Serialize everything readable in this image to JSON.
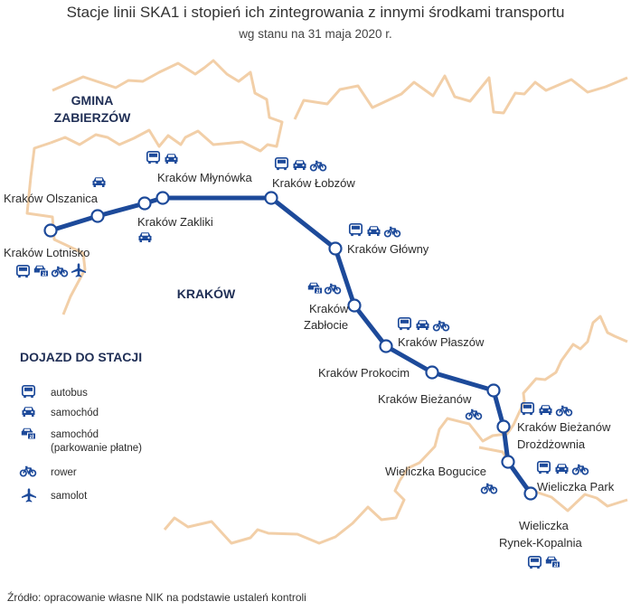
{
  "title": "Stacje linii SKA1 i stopień ich zintegrowania z innymi środkami transportu",
  "subtitle": "wg stanu na 31 maja 2020 r.",
  "source": "Źródło: opracowanie własne NIK na podstawie ustaleń kontroli",
  "colors": {
    "line": "#1d4a9a",
    "boundary": "#f2cfa8",
    "icon": "#1d4a9a"
  },
  "areas": {
    "gmina_line1": "GMINA",
    "gmina_line2": "ZABIERZÓW",
    "krakow": "KRAKÓW"
  },
  "stations": [
    {
      "id": "lotnisko",
      "label": "Kraków Lotnisko",
      "icons": [
        "bus-icon",
        "paid-car-icon",
        "bike-icon",
        "plane-icon"
      ]
    },
    {
      "id": "olszanica",
      "label": "Kraków Olszanica",
      "icons": [
        "car-icon"
      ]
    },
    {
      "id": "zakliki",
      "label": "Kraków Zakliki",
      "icons": [
        "car-icon"
      ]
    },
    {
      "id": "mlynowka",
      "label": "Kraków Młynówka",
      "icons": [
        "bus-icon",
        "car-icon"
      ]
    },
    {
      "id": "lobzow",
      "label": "Kraków Łobzów",
      "icons": [
        "bus-icon",
        "car-icon",
        "bike-icon"
      ]
    },
    {
      "id": "glowny",
      "label": "Kraków Główny",
      "icons": [
        "bus-icon",
        "car-icon",
        "bike-icon"
      ]
    },
    {
      "id": "zablocie",
      "label_line1": "Kraków",
      "label_line2": "Zabłocie",
      "icons": [
        "paid-car-icon",
        "bike-icon"
      ]
    },
    {
      "id": "plaszow",
      "label": "Kraków Płaszów",
      "icons": [
        "bus-icon",
        "car-icon",
        "bike-icon"
      ]
    },
    {
      "id": "prokocim",
      "label": "Kraków Prokocim",
      "icons": []
    },
    {
      "id": "biezanow",
      "label": "Kraków Bieżanów",
      "icons": [
        "bike-icon"
      ]
    },
    {
      "id": "drozdzownia",
      "label_line1": "Kraków Bieżanów",
      "label_line2": "Drożdżownia",
      "icons": [
        "bus-icon",
        "car-icon",
        "bike-icon"
      ]
    },
    {
      "id": "bogucice",
      "label": "Wieliczka Bogucice",
      "icons": [
        "bike-icon"
      ]
    },
    {
      "id": "park",
      "label": "Wieliczka Park",
      "icons": [
        "bus-icon",
        "car-icon",
        "bike-icon"
      ]
    },
    {
      "id": "rynek",
      "label_line1": "Wieliczka",
      "label_line2": "Rynek-Kopalnia",
      "icons": [
        "bus-icon",
        "paid-car-icon"
      ]
    }
  ],
  "legend": {
    "heading": "DOJAZD DO STACJI",
    "items": [
      {
        "icon": "bus-icon",
        "label": "autobus"
      },
      {
        "icon": "car-icon",
        "label": "samochód"
      },
      {
        "icon": "paid-car-icon",
        "label_line1": "samochód",
        "label_line2": "(parkowanie płatne)"
      },
      {
        "icon": "bike-icon",
        "label": "rower"
      },
      {
        "icon": "plane-icon",
        "label": "samolot"
      }
    ]
  }
}
